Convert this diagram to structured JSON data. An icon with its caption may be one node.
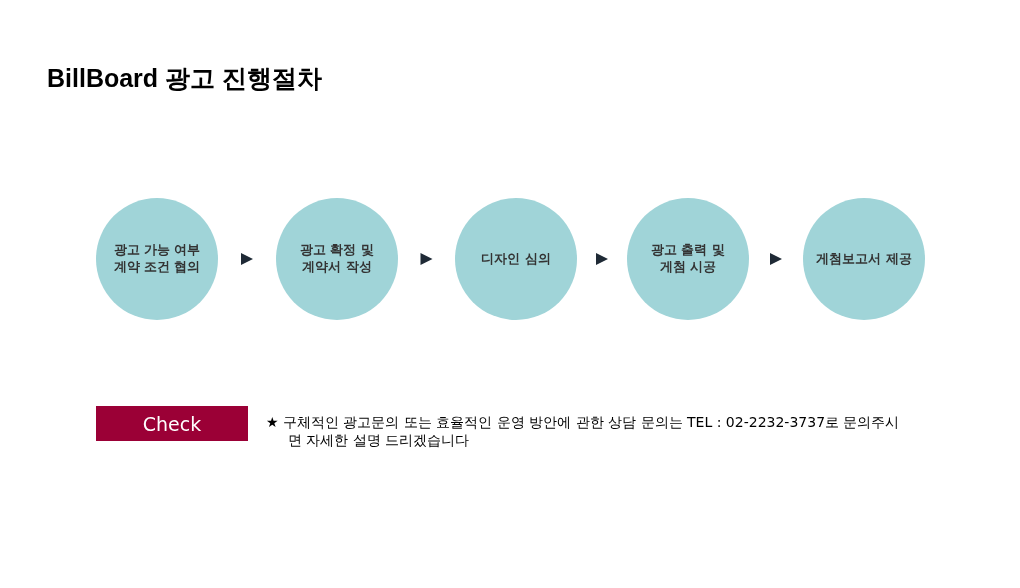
{
  "diagram": {
    "title": "BillBoard 광고 진행절차",
    "nodes": [
      {
        "text": [
          "광고 가능 여부 계약 조건 협의"
        ]
      },
      {
        "text": [
          "광고 확정 및 계약서 작성"
        ]
      },
      {
        "text": [
          "디자인 심의"
        ]
      },
      {
        "text": [
          "광고 출력 및 게첨 시공"
        ]
      },
      {
        "text": [
          "게첨보고서 제공"
        ]
      },
      {
        "text": [
          "Check"
        ]
      }
    ],
    "edges": [
      {
        "from": 0,
        "to": 1,
        "arrow": "to"
      },
      {
        "from": 1,
        "to": 2,
        "arrow": "to"
      },
      {
        "from": 2,
        "to": 3,
        "arrow": "to"
      },
      {
        "from": 3,
        "to": 4,
        "arrow": "to"
      }
    ],
    "labels": [
      "★ 구체적인 광고문의 또는 효율적인 운영 방안에 관한 상담 문의는 TEL : 02-2232-3737로 문의주시면 자세한 설명 드리겠습니다"
    ]
  }
}
